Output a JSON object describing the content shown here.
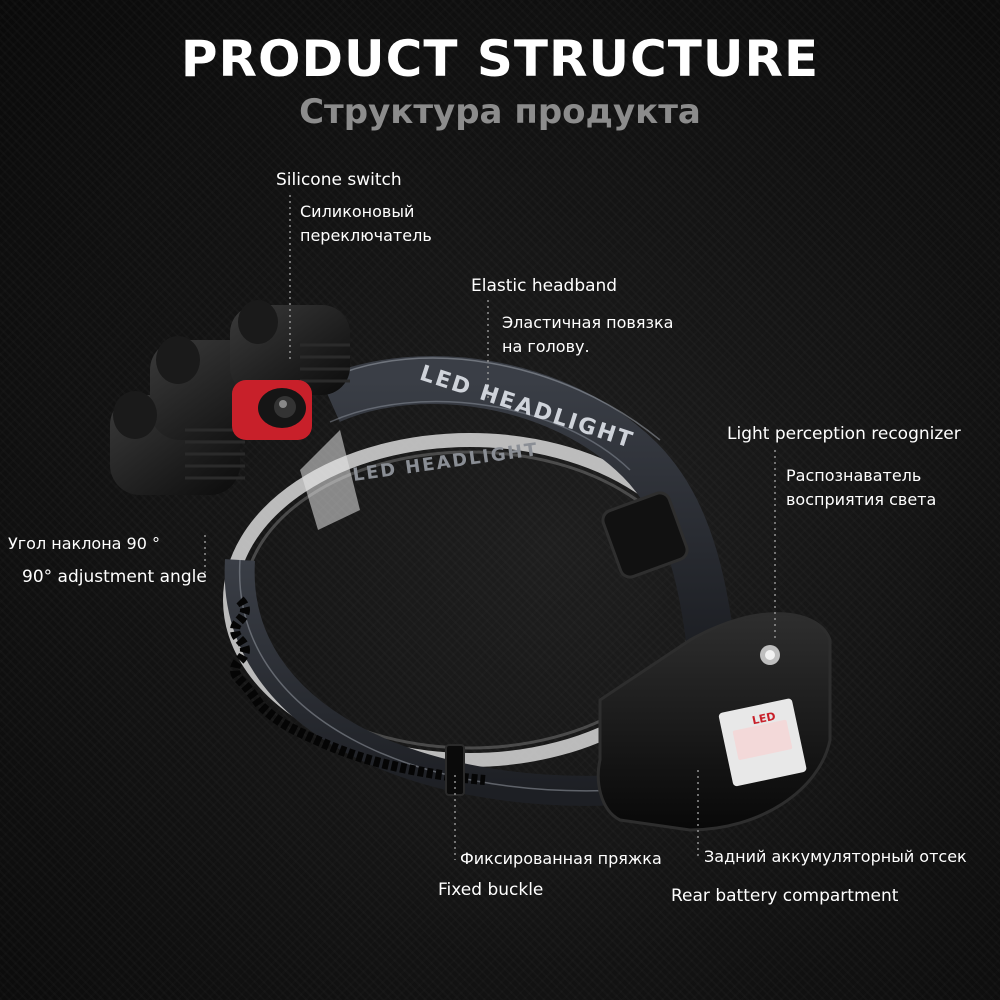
{
  "header": {
    "title": "PRODUCT STRUCTURE",
    "subtitle": "Структура продукта"
  },
  "callouts": {
    "silicone_switch": {
      "en": "Silicone switch",
      "ru_line1": "Силиконовый",
      "ru_line2": "переключатель"
    },
    "elastic_headband": {
      "en": "Elastic headband",
      "ru_line1": "Эластичная повязка",
      "ru_line2": "на голову."
    },
    "light_sensor": {
      "en": "Light perception recognizer",
      "ru_line1": "Распознаватель",
      "ru_line2": "восприятия света"
    },
    "adjustment_angle": {
      "ru": "Угол наклона 90 °",
      "en": "90° adjustment angle"
    },
    "fixed_buckle": {
      "ru": "Фиксированная пряжка",
      "en": "Fixed buckle"
    },
    "battery": {
      "ru": "Задний аккумуляторный отсек",
      "en": "Rear battery compartment"
    }
  },
  "product": {
    "strap_text_front": "LED HEADLIGHT",
    "strap_text_inner": "LED HEADLIGHT",
    "battery_label": "LED"
  },
  "colors": {
    "background": "#0e0e0e",
    "title": "#ffffff",
    "subtitle": "#8c8c8c",
    "accent_red": "#c8202a",
    "strap": "#2a2d33"
  }
}
